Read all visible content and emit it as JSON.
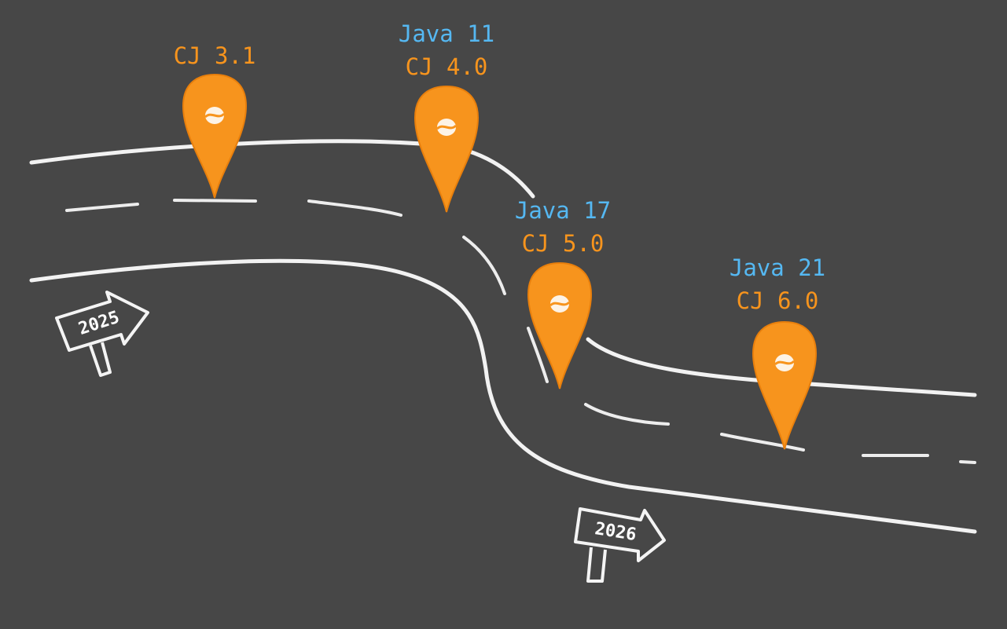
{
  "colors": {
    "background": "#474747",
    "road": "#f2f2f2",
    "pin": "#f7941d",
    "java_label": "#55b8f2",
    "cj_label": "#f7941d"
  },
  "milestones": [
    {
      "java": "",
      "cj": "CJ 3.1",
      "icon": "coffee-bean-icon"
    },
    {
      "java": "Java 11",
      "cj": "CJ 4.0",
      "icon": "coffee-bean-icon"
    },
    {
      "java": "Java 17",
      "cj": "CJ 5.0",
      "icon": "coffee-bean-icon"
    },
    {
      "java": "Java 21",
      "cj": "CJ 6.0",
      "icon": "coffee-bean-icon"
    }
  ],
  "signs": [
    {
      "label": "2025",
      "icon": "arrow-sign-icon"
    },
    {
      "label": "2026",
      "icon": "arrow-sign-icon"
    }
  ]
}
